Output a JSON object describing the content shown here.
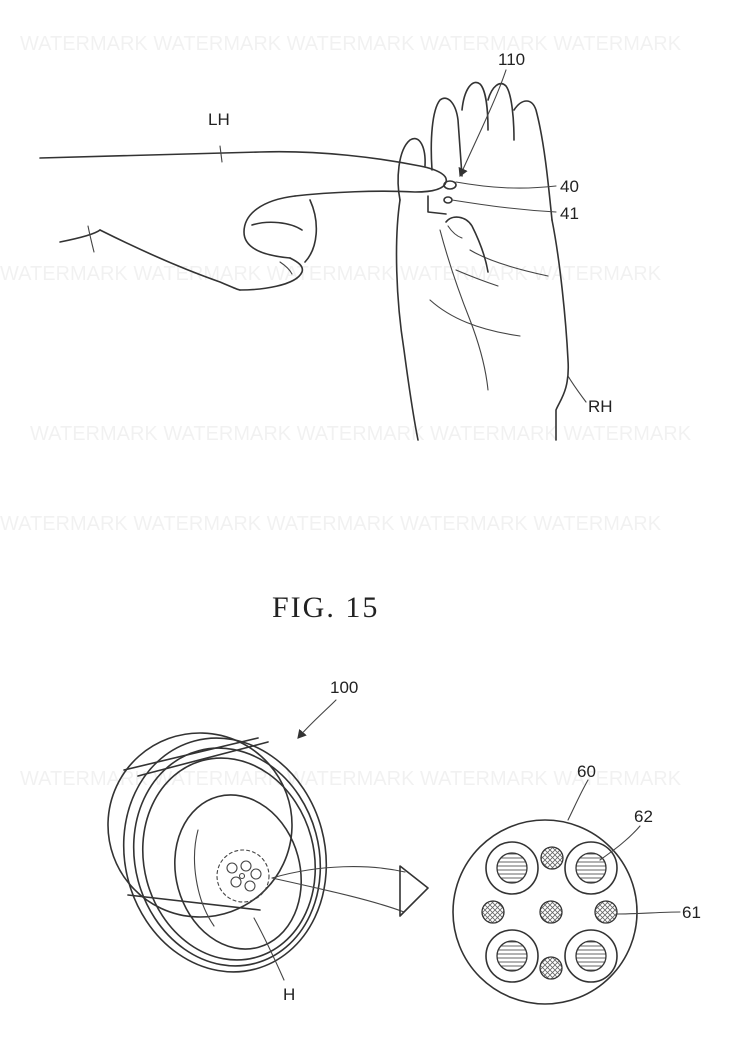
{
  "figure_title": "FIG. 15",
  "labels": {
    "left_hand": "LH",
    "right_hand": "RH",
    "device_top": "110",
    "part_40": "40",
    "part_41": "41",
    "ring": "100",
    "inner_space": "H",
    "cross_section": "60",
    "conductor": "62",
    "filler": "61"
  },
  "colors": {
    "line": "#333333",
    "hatch": "#777777",
    "background": "#ffffff"
  }
}
